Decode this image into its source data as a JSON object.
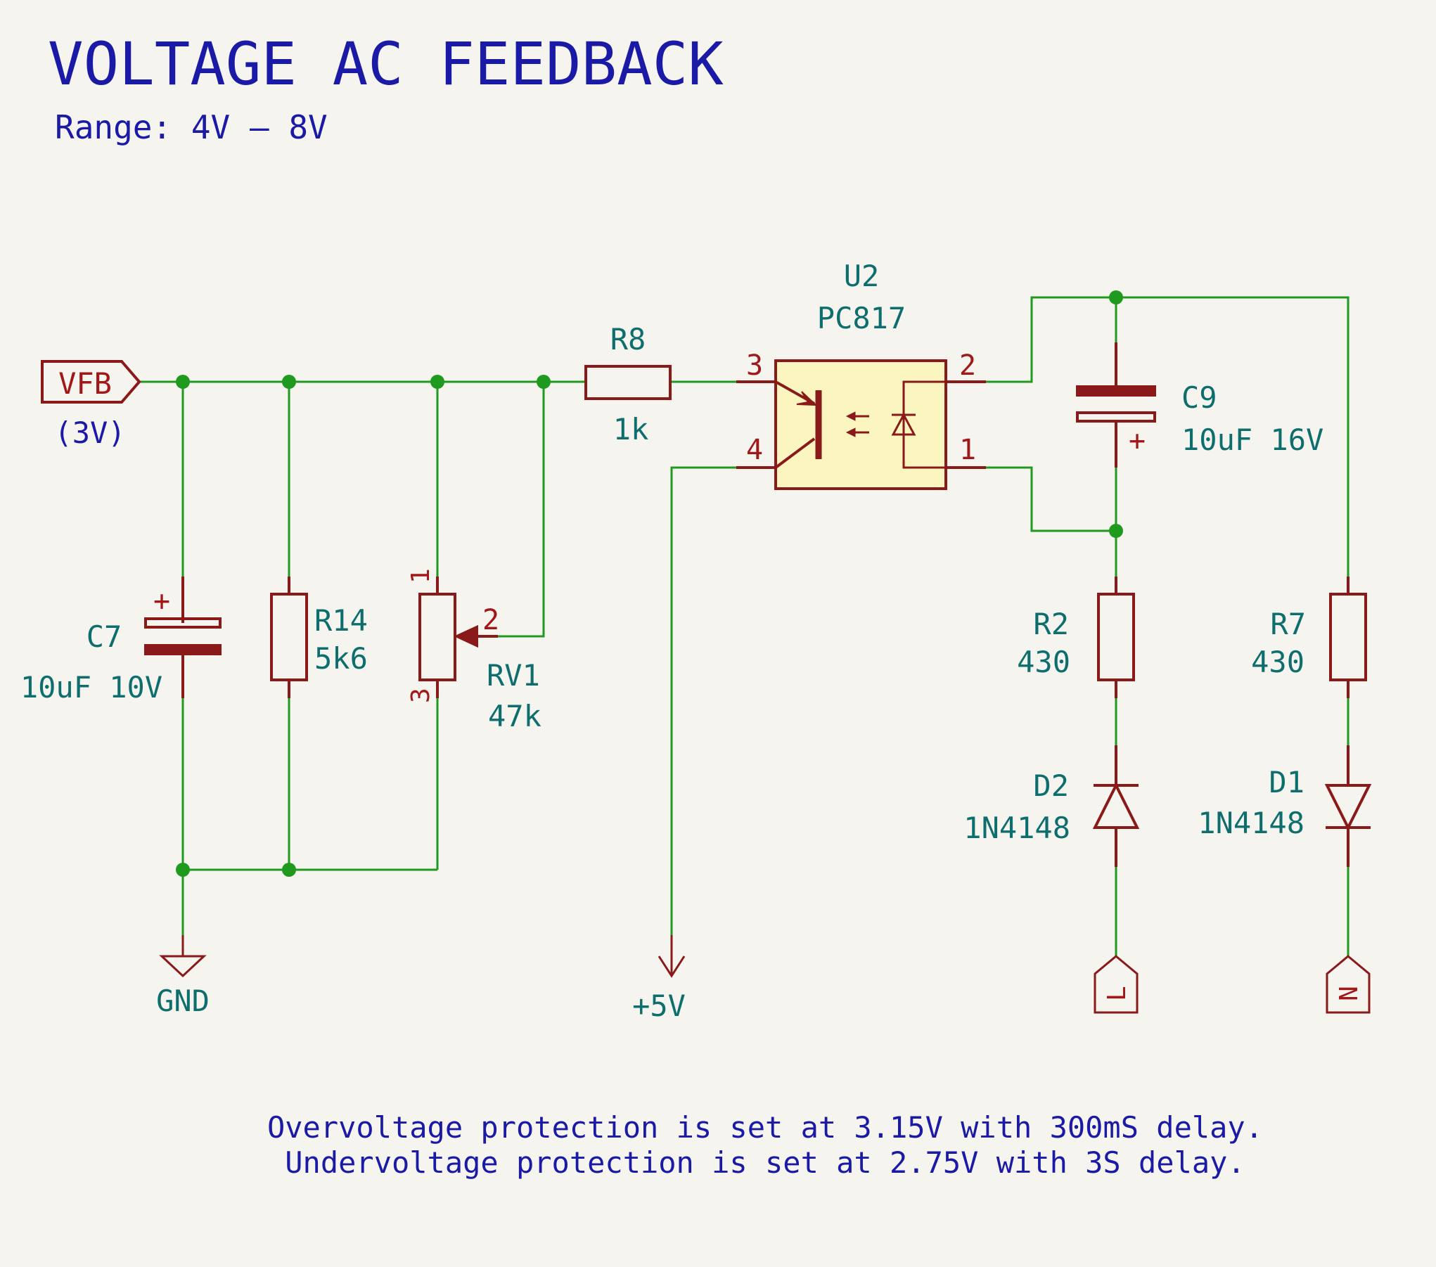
{
  "title": "VOLTAGE AC FEEDBACK",
  "subtitle": "Range: 4V – 8V",
  "notes": [
    "Overvoltage protection is set at 3.15V with 300mS delay.",
    "Undervoltage protection is set at 2.75V with 3S delay."
  ],
  "net_label": {
    "name": "VFB",
    "note": "(3V)"
  },
  "power": {
    "gnd": "GND",
    "vcc": "+5V",
    "line": "L",
    "neutral": "N"
  },
  "components": {
    "c7": {
      "ref": "C7",
      "value": "10uF 10V",
      "plus": "+"
    },
    "r14": {
      "ref": "R14",
      "value": "5k6"
    },
    "rv1": {
      "ref": "RV1",
      "value": "47k",
      "pin1": "1",
      "pin2": "2",
      "pin3": "3"
    },
    "r8": {
      "ref": "R8",
      "value": "1k"
    },
    "u2": {
      "ref": "U2",
      "value": "PC817",
      "pin1": "1",
      "pin2": "2",
      "pin3": "3",
      "pin4": "4"
    },
    "c9": {
      "ref": "C9",
      "value": "10uF 16V",
      "plus": "+"
    },
    "r2": {
      "ref": "R2",
      "value": "430"
    },
    "d2": {
      "ref": "D2",
      "value": "1N4148"
    },
    "r7": {
      "ref": "R7",
      "value": "430"
    },
    "d1": {
      "ref": "D1",
      "value": "1N4148"
    }
  },
  "colors": {
    "wire": "#1f9a1f",
    "component": "#8a1a1a",
    "ic_fill": "#fbf6c0",
    "text_blue": "#1a1aa6",
    "text_teal": "#0e6e6e",
    "pin_red": "#a01818",
    "background": "#f5f4ef"
  }
}
